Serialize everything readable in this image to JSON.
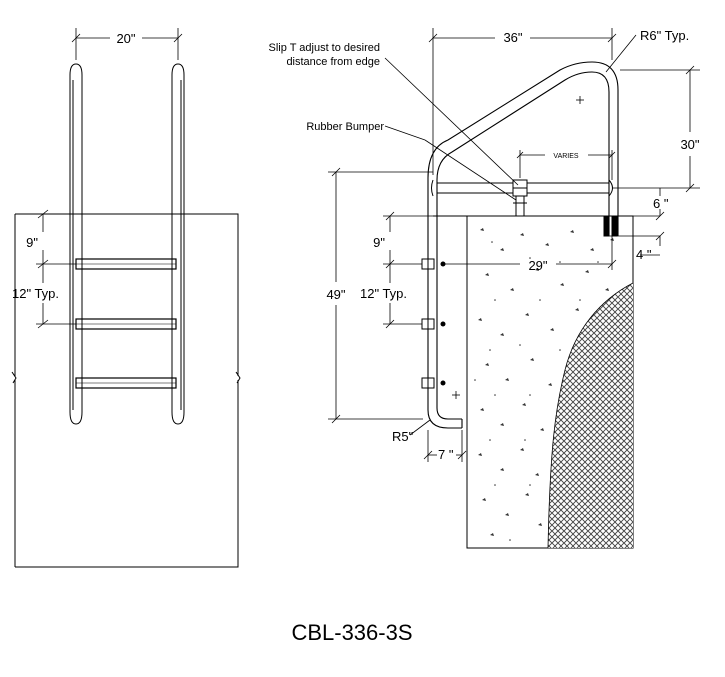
{
  "title": "CBL-336-3S",
  "front_view": {
    "width_label": "20\"",
    "top_step_label": "9\"",
    "step_spacing_label": "12\" Typ."
  },
  "side_view": {
    "width_label": "36\"",
    "top_radius_label": "R6\" Typ.",
    "slip_note_line1": "Slip T adjust to desired",
    "slip_note_line2": "distance from edge",
    "bumper_label": "Rubber Bumper",
    "varies_label": "VARIES",
    "height_label": "30\"",
    "deck_label": "6 \"",
    "gap_label": "4 \"",
    "top_step_label": "9\"",
    "depth_label": "29\"",
    "overall_label": "49\"",
    "step_spacing_label": "12\" Typ.",
    "bottom_radius_label": "R5\"",
    "wall_offset_label": "7 \""
  },
  "colors": {
    "line": "#000000",
    "hatch": "#555555"
  }
}
